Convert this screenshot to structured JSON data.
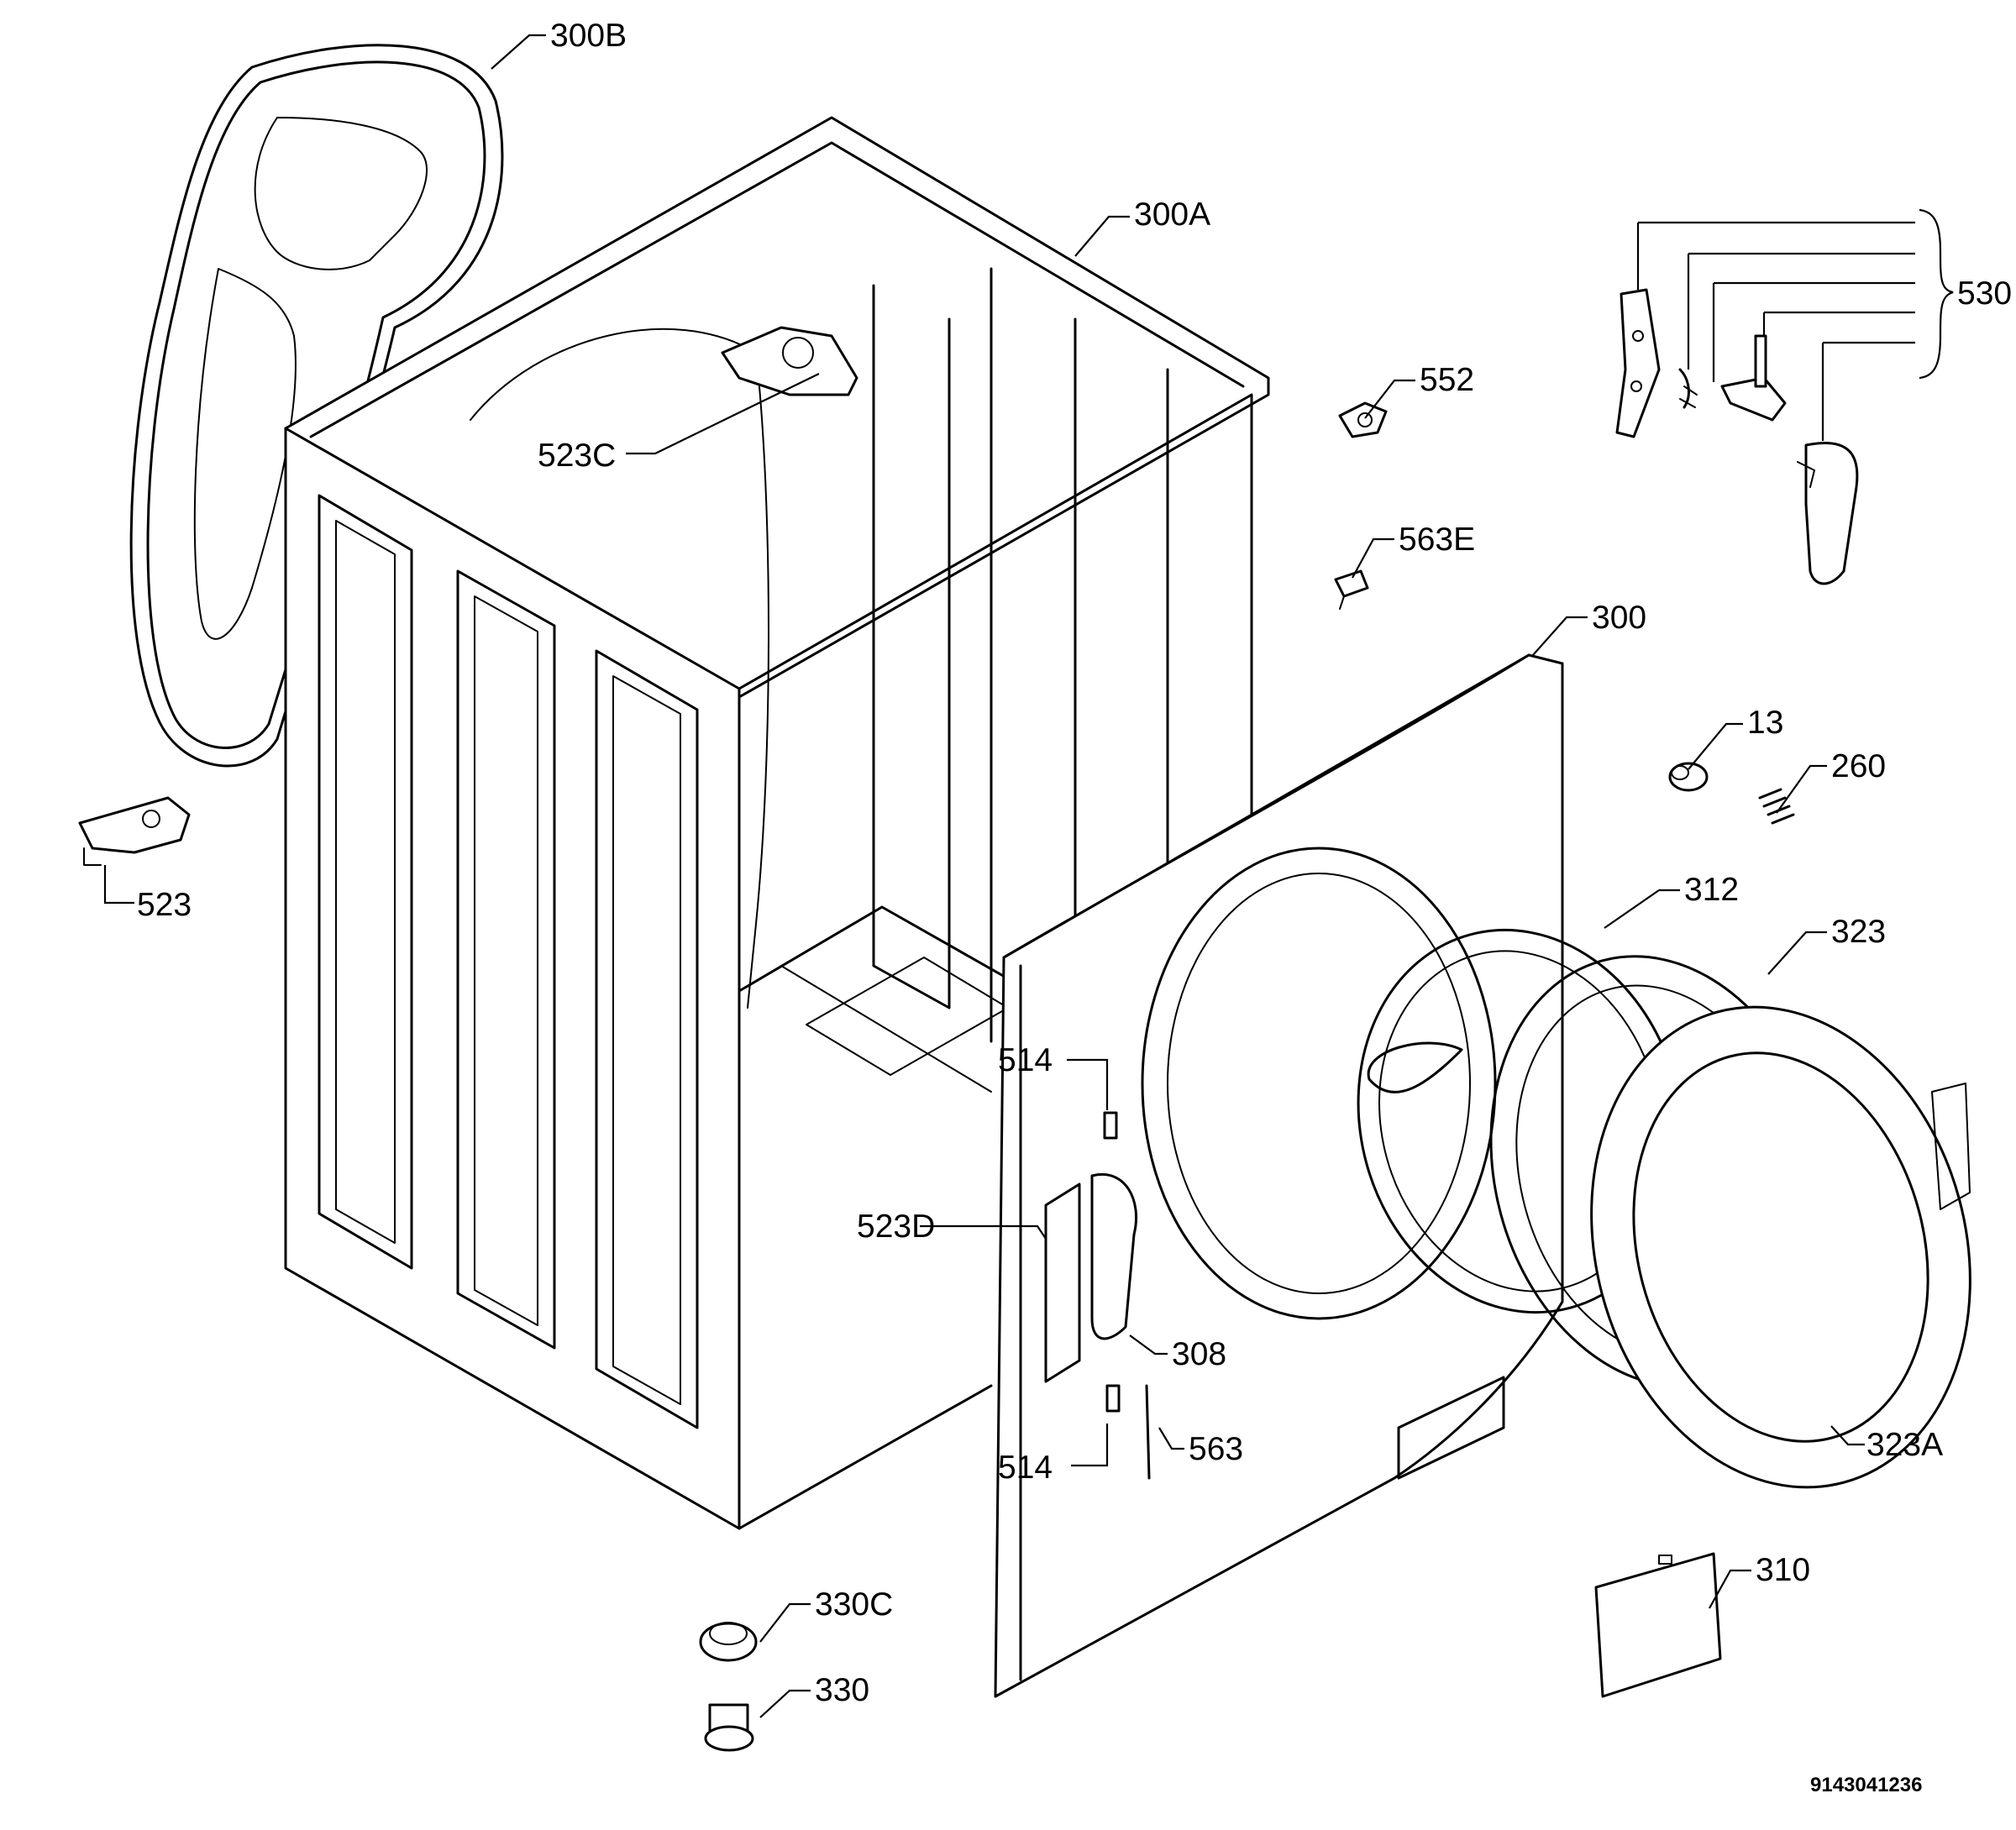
{
  "labels": {
    "l300B": "300B",
    "l300A": "300A",
    "l530": "530",
    "l552": "552",
    "l523C": "523C",
    "l563E": "563E",
    "l300": "300",
    "l13": "13",
    "l260": "260",
    "l523": "523",
    "l312": "312",
    "l323": "323",
    "l514a": "514",
    "l523D": "523D",
    "l308": "308",
    "l514b": "514",
    "l563": "563",
    "l323A": "323A",
    "l310": "310",
    "l330C": "330C",
    "l330": "330"
  },
  "document_number": "9143041236"
}
